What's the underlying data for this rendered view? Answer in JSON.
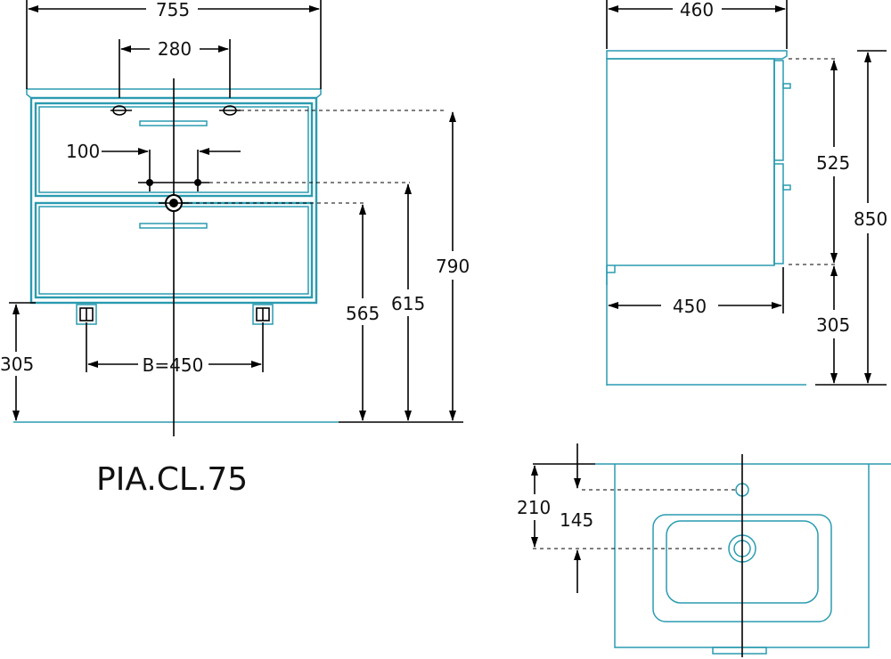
{
  "model": "PIA.CL.75",
  "front_view": {
    "width": "755",
    "tap_spacing": "280",
    "waste_offset": "100",
    "leg_spacing": "B=450",
    "waste_height": "565",
    "tap_height": "615",
    "top_height": "790",
    "leg_height": "305"
  },
  "side_view": {
    "depth": "460",
    "cabinet_depth": "450",
    "cabinet_height": "525",
    "total_height": "850",
    "leg_height": "305"
  },
  "top_view": {
    "tap_distance": "210",
    "waste_distance": "145"
  },
  "colors": {
    "cabinet": "#2a9bb0",
    "lines": "#000000"
  }
}
